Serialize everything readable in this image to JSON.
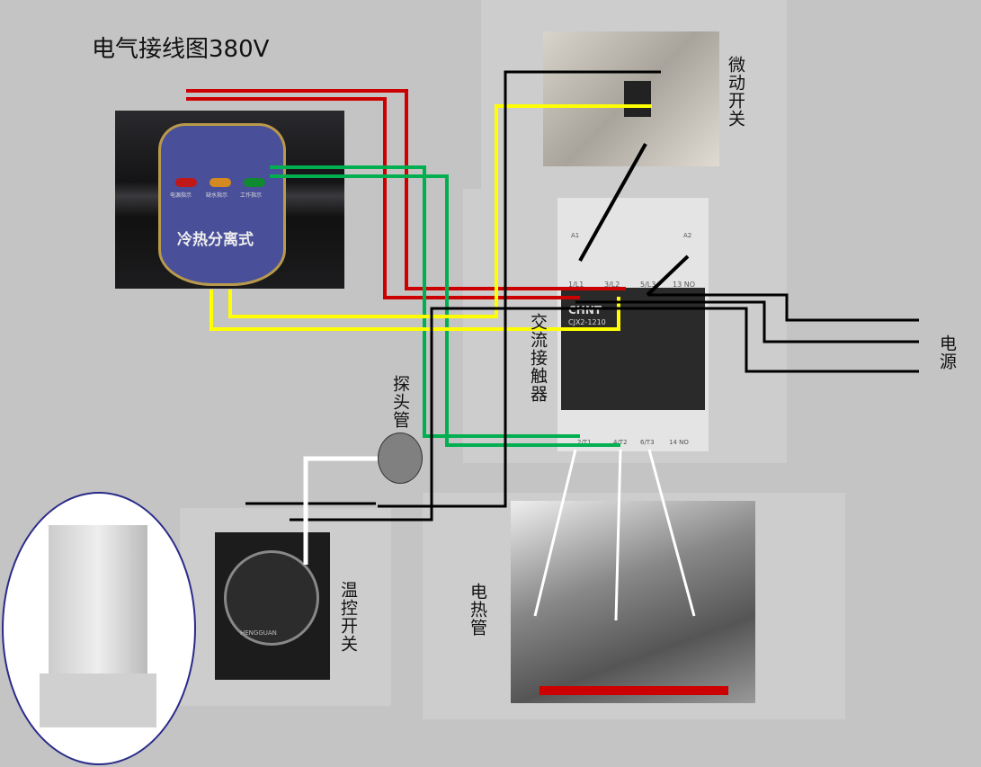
{
  "title": "电气接线图380V",
  "labels": {
    "micro_switch": "微动开关",
    "contactor": "交流接触器",
    "power": "电源",
    "probe": "探头管",
    "thermostat": "温控开关",
    "heater": "电热管"
  },
  "control_panel": {
    "name": "冷热分离式",
    "indicators": [
      "电源指示",
      "缺水指示",
      "工作指示"
    ]
  },
  "contactor": {
    "brand": "CHNT",
    "model": "CJX2-1210",
    "top_terminals": [
      "A1",
      "A2"
    ],
    "input_terminals": [
      "1/L1",
      "3/L2",
      "5/L3",
      "13 NO"
    ],
    "output_terminals": [
      "2/T1",
      "4/T2",
      "6/T3",
      "14 NO"
    ]
  },
  "thermostat": {
    "brand": "HENGGUAN"
  },
  "colors": {
    "red": "#cc0000",
    "green": "#00b050",
    "yellow": "#ffff00",
    "black": "#000000",
    "white": "#ffffff"
  }
}
